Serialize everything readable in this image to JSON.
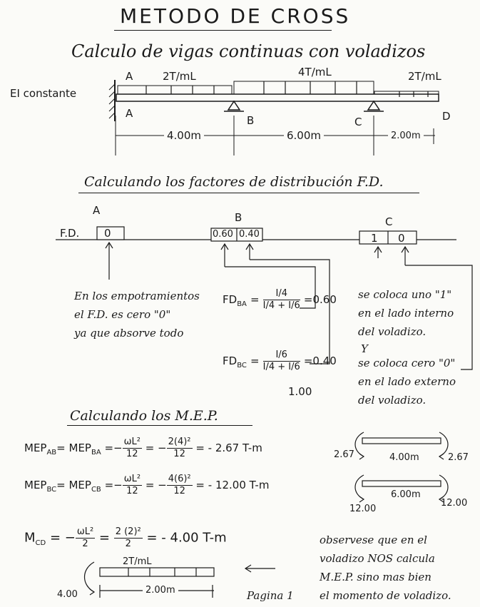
{
  "title": "METODO DE CROSS",
  "subtitle": "Calculo de vigas continuas con voladizos",
  "beam": {
    "ei_label": "EI constante",
    "node_a_top": "A",
    "node_a": "A",
    "node_b": "B",
    "node_c": "C",
    "node_d": "D",
    "load_ab": "2T/mL",
    "load_bc": "4T/mL",
    "load_cd": "2T/mL",
    "span_ab": "4.00m",
    "span_bc": "6.00m",
    "span_cd": "2.00m"
  },
  "section_fd": {
    "heading": "Calculando los factores de distribución F.D.",
    "row_label": "F.D.",
    "node_a": "A",
    "node_b": "B",
    "node_c": "C",
    "box_a": "0",
    "box_b_left": "0.60",
    "box_b_right": "0.40",
    "box_c_left": "1",
    "box_c_right": "0",
    "note_a": [
      "En los empotramientos",
      "el F.D. es cero \"0\"",
      "ya que absorve todo"
    ],
    "note_c1": [
      "se coloca uno \"1\"",
      "en el lado interno",
      "del voladizo."
    ],
    "note_y": "Y",
    "note_c2": [
      "se coloca cero \"0\"",
      "en el lado externo",
      "del voladizo."
    ],
    "fd_ba_label": "FD",
    "fd_ba_sub": "BA",
    "fd_ba_result": "=0.60",
    "fd_bc_label": "FD",
    "fd_bc_sub": "BC",
    "fd_bc_result": "=0.40",
    "frac_i": "I",
    "frac_4": "4",
    "frac_6": "6",
    "frac_sum": "I/4 + I/6",
    "sum_total": "1.00"
  },
  "section_mep": {
    "heading": "Calculando los M.E.P.",
    "eq_ab_left": "MEP",
    "eq_ab_sub1": "AB",
    "eq_ab_mid": "= MEP",
    "eq_ab_sub2": "BA",
    "eq_ab_f1_num": "ωL²",
    "eq_ab_f1_den": "12",
    "eq_ab_f2_num": "2(4)²",
    "eq_ab_f2_den": "12",
    "eq_ab_result": "= - 2.67 T-m",
    "eq_bc_left": "MEP",
    "eq_bc_sub1": "BC",
    "eq_bc_mid": "= MEP",
    "eq_bc_sub2": "CB",
    "eq_bc_f1_num": "ωL²",
    "eq_bc_f1_den": "12",
    "eq_bc_f2_num": "4(6)²",
    "eq_bc_f2_den": "12",
    "eq_bc_result": "= - 12.00 T-m",
    "eq_cd_left": "M",
    "eq_cd_sub": "CD",
    "eq_cd_f1_num": "ωL²",
    "eq_cd_f1_den": "2",
    "eq_cd_f2_num": "2 (2)²",
    "eq_cd_f2_den": "2",
    "eq_cd_result": "= - 4.00 T-m",
    "sk1_left": "2.67",
    "sk1_span": "4.00m",
    "sk1_right": "2.67",
    "sk2_left": "12.00",
    "sk2_span": "6.00m",
    "sk2_right": "12.00",
    "sk3_moment": "4.00",
    "sk3_load": "2T/mL",
    "sk3_span": "2.00m",
    "note_final": [
      "observese que en el",
      "voladizo NOS calcula",
      "M.E.P. sino mas bien",
      "el momento de voladizo."
    ]
  },
  "footer": {
    "page": "Pagina 1"
  }
}
